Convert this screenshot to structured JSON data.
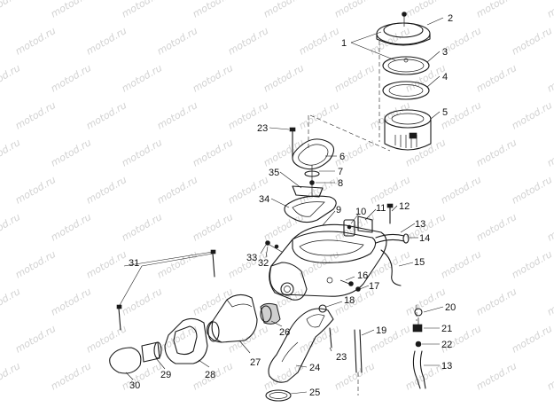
{
  "watermark": "motod.ru",
  "callouts": [
    {
      "id": "c1",
      "text": "1"
    },
    {
      "id": "c2",
      "text": "2"
    },
    {
      "id": "c3",
      "text": "3"
    },
    {
      "id": "c4",
      "text": "4"
    },
    {
      "id": "c5",
      "text": "5"
    },
    {
      "id": "c6",
      "text": "6"
    },
    {
      "id": "c7",
      "text": "7"
    },
    {
      "id": "c8",
      "text": "8"
    },
    {
      "id": "c9",
      "text": "9"
    },
    {
      "id": "c10",
      "text": "10"
    },
    {
      "id": "c11",
      "text": "11"
    },
    {
      "id": "c12",
      "text": "12"
    },
    {
      "id": "c13a",
      "text": "13"
    },
    {
      "id": "c13b",
      "text": "13"
    },
    {
      "id": "c14",
      "text": "14"
    },
    {
      "id": "c15",
      "text": "15"
    },
    {
      "id": "c16",
      "text": "16"
    },
    {
      "id": "c17",
      "text": "17"
    },
    {
      "id": "c18",
      "text": "18"
    },
    {
      "id": "c19",
      "text": "19"
    },
    {
      "id": "c20",
      "text": "20"
    },
    {
      "id": "c21",
      "text": "21"
    },
    {
      "id": "c22",
      "text": "22"
    },
    {
      "id": "c23a",
      "text": "23"
    },
    {
      "id": "c23b",
      "text": "23"
    },
    {
      "id": "c24",
      "text": "24"
    },
    {
      "id": "c25",
      "text": "25"
    },
    {
      "id": "c26",
      "text": "26"
    },
    {
      "id": "c27",
      "text": "27"
    },
    {
      "id": "c28",
      "text": "28"
    },
    {
      "id": "c29",
      "text": "29"
    },
    {
      "id": "c30",
      "text": "30"
    },
    {
      "id": "c31",
      "text": "31"
    },
    {
      "id": "c32",
      "text": "32"
    },
    {
      "id": "c33",
      "text": "33"
    },
    {
      "id": "c34",
      "text": "34"
    },
    {
      "id": "c35",
      "text": "35"
    }
  ]
}
